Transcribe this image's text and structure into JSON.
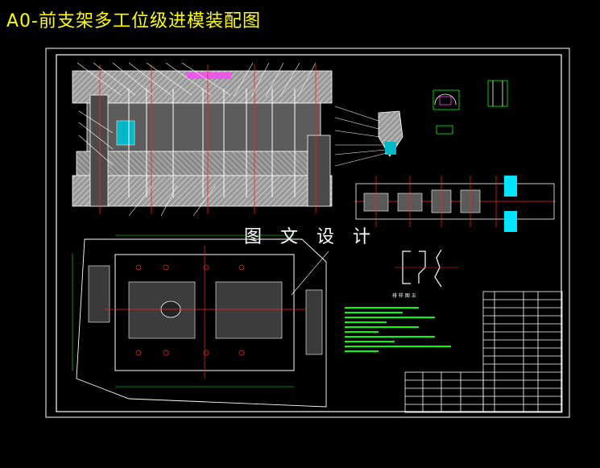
{
  "title": "A0-前支架多工位级进模装配图",
  "watermark": "图 文 设 计",
  "layout_heading": "排 样 图 五",
  "colors": {
    "background": "#000000",
    "title": "#ffff00",
    "frame": "#ffffff",
    "section": "#b0b0b0",
    "centerline": "#ff2020",
    "dimension": "#00ff00",
    "cyan": "#00e5ff",
    "magenta": "#ff40ff"
  }
}
